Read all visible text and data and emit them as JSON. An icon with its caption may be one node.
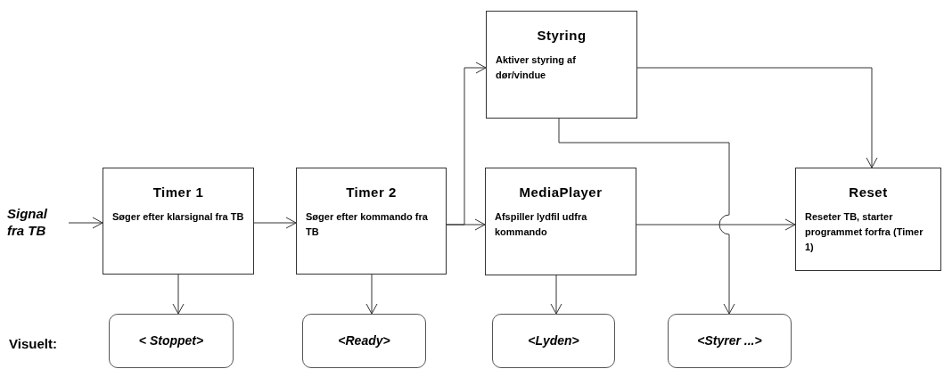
{
  "diagram": {
    "nodes": [
      {
        "text": [
          "Signal fra TB"
        ]
      },
      {
        "text": [
          "Timer 1",
          "Søger efter klarsignal fra TB"
        ]
      },
      {
        "text": [
          "Timer 2",
          "Søger efter kommando fra TB"
        ]
      },
      {
        "text": [
          "Styring",
          "Aktiver styring af dør/vindue"
        ]
      },
      {
        "text": [
          "MediaPlayer",
          "Afspiller lydfil udfra kommando"
        ]
      },
      {
        "text": [
          "Reset",
          "Reseter TB, starter programmet forfra (Timer 1)"
        ]
      },
      {
        "text": [
          "< Stoppet>"
        ]
      },
      {
        "text": [
          "<Ready>"
        ]
      },
      {
        "text": [
          "<Lyden>"
        ]
      },
      {
        "text": [
          "<Styrer ...>"
        ]
      }
    ],
    "edges": [
      {
        "from": 0,
        "to": 1,
        "arrow": "to"
      },
      {
        "from": 1,
        "to": 2,
        "arrow": "to"
      },
      {
        "from": 2,
        "to": 4,
        "arrow": "to"
      },
      {
        "from": 2,
        "to": 3,
        "arrow": "to"
      },
      {
        "from": 3,
        "to": 5,
        "arrow": "to"
      },
      {
        "from": 4,
        "to": 5,
        "arrow": "to"
      },
      {
        "from": 3,
        "to": 9,
        "arrow": "to"
      },
      {
        "from": 1,
        "to": 6,
        "arrow": "to"
      },
      {
        "from": 2,
        "to": 7,
        "arrow": "to"
      },
      {
        "from": 4,
        "to": 8,
        "arrow": "to"
      }
    ],
    "labels": [
      "Visuelt:"
    ]
  }
}
